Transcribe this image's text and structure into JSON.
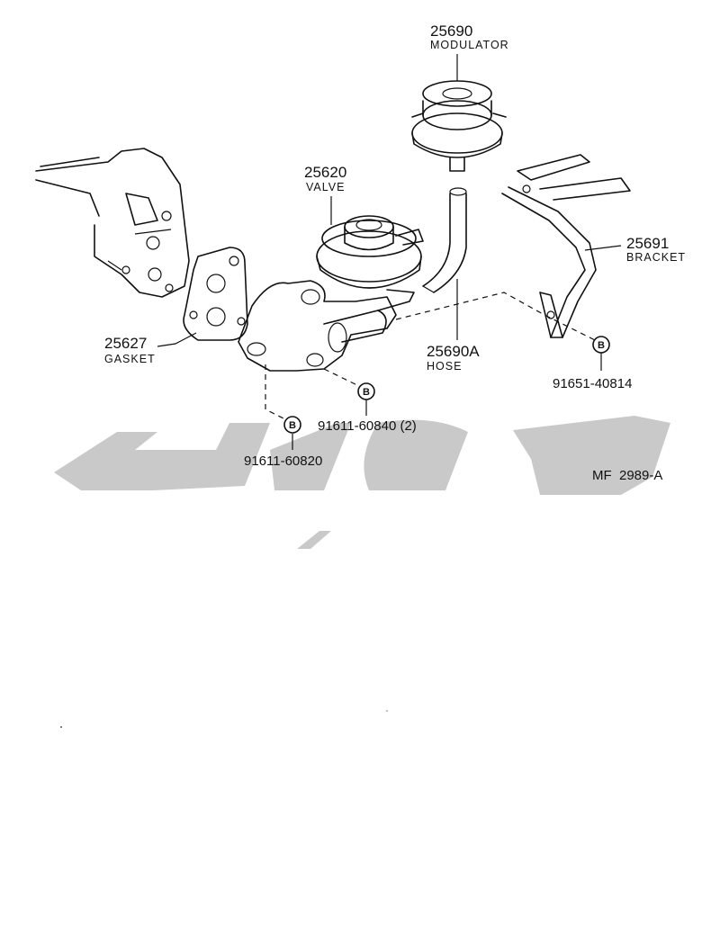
{
  "parts": {
    "modulator": {
      "number": "25690",
      "name": "MODULATOR"
    },
    "valve": {
      "number": "25620",
      "name": "VALVE"
    },
    "bracket": {
      "number": "25691",
      "name": "BRACKET"
    },
    "gasket": {
      "number": "25627",
      "name": "GASKET"
    },
    "hose": {
      "number": "25690A",
      "name": "HOSE"
    }
  },
  "bolts": {
    "bolt_right": {
      "letter": "B",
      "part_no": "91651-40814"
    },
    "bolt_middle": {
      "letter": "B",
      "part_no": "91611-60840 (2)"
    },
    "bolt_left": {
      "letter": "B",
      "part_no": "91611-60820"
    }
  },
  "figure_ref": "MF  2989-A"
}
